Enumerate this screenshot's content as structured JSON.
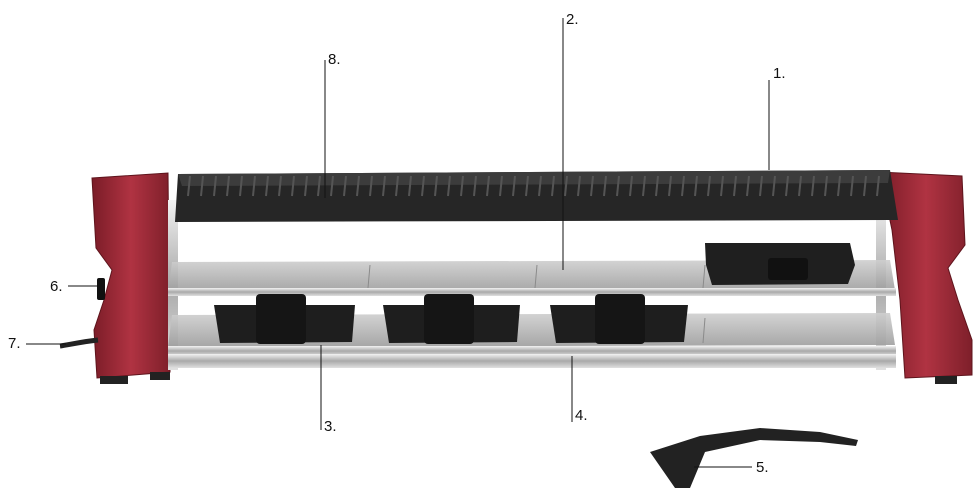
{
  "callouts": [
    {
      "id": "1",
      "label": "1."
    },
    {
      "id": "2",
      "label": "2."
    },
    {
      "id": "3",
      "label": "3."
    },
    {
      "id": "4",
      "label": "4."
    },
    {
      "id": "5",
      "label": "5."
    },
    {
      "id": "6",
      "label": "6."
    },
    {
      "id": "7",
      "label": "7."
    },
    {
      "id": "8",
      "label": "8."
    }
  ],
  "colors": {
    "housing_red": "#a02a36",
    "housing_red_dark": "#6e1a23",
    "grill_plate": "#2b2b2b",
    "steel": "#c9c9c9",
    "pan_black": "#1e1e1e"
  },
  "parts": {
    "grill_plate": "grill-plate",
    "upper_tray": "upper-tray",
    "lower_tray": "lower-tray",
    "raclette_pans": "raclette-pan",
    "spatula": "spatula",
    "switch": "on-off-switch",
    "power_cord": "power-cord"
  }
}
